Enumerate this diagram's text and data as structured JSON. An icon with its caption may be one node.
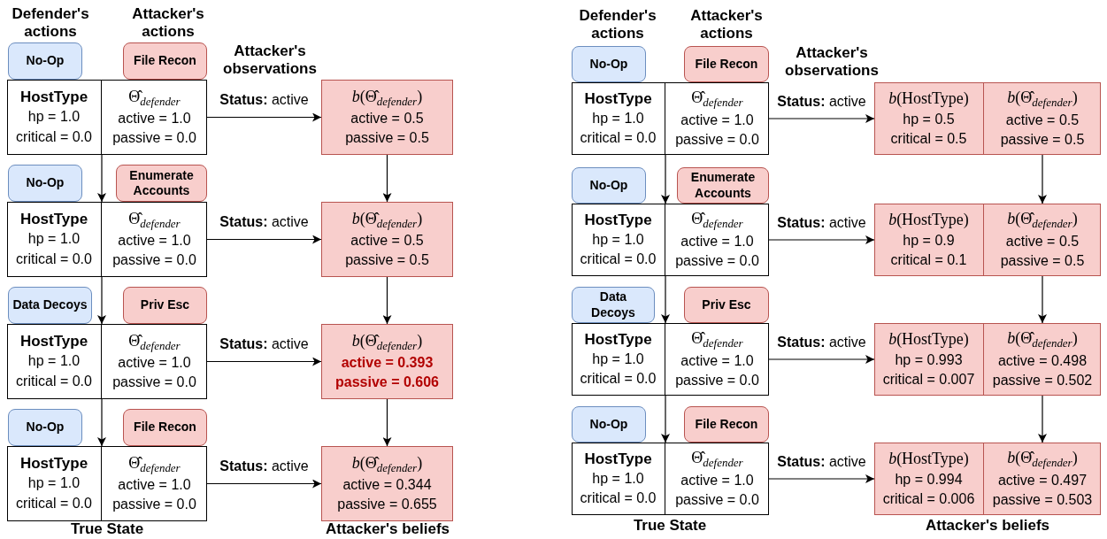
{
  "diagram": {
    "nodes": [
      {
        "text": [
          "No-Op"
        ]
      },
      {
        "text": [
          "File Recon"
        ]
      },
      {
        "text": [],
        "shape": "box"
      },
      {
        "text": [
          "HostType",
          "hp = 1.0",
          "critical = 0.0"
        ],
        "in": 2
      },
      {
        "text": [
          "Θ̂$_{defender}$",
          "active = 1.0",
          "passive = 0.0"
        ],
        "in": 2
      },
      {
        "text": [
          "*b*(Θ̂$_{defender}$)",
          "active = 0.5",
          "passive = 0.5"
        ]
      },
      {
        "text": [
          "No-Op"
        ]
      },
      {
        "text": [
          "Enumerate Accounts"
        ]
      },
      {
        "text": [],
        "shape": "box"
      },
      {
        "text": [
          "HostType",
          "hp = 1.0",
          "critical = 0.0"
        ],
        "in": 8
      },
      {
        "text": [
          "Θ̂$_{defender}$",
          "active = 1.0",
          "passive = 0.0"
        ],
        "in": 8
      },
      {
        "text": [
          "*b*(Θ̂$_{defender}$)",
          "active = 0.5",
          "passive = 0.5"
        ]
      },
      {
        "text": [
          "Data Decoys"
        ]
      },
      {
        "text": [
          "Priv Esc"
        ]
      },
      {
        "text": [],
        "shape": "box"
      },
      {
        "text": [
          "HostType",
          "hp = 1.0",
          "critical = 0.0"
        ],
        "in": 14
      },
      {
        "text": [
          "Θ̂$_{defender}$",
          "active = 1.0",
          "passive = 0.0"
        ],
        "in": 14
      },
      {
        "text": [
          "*b*(Θ̂$_{defender}$)",
          "active = 0.393",
          "passive = 0.606"
        ]
      },
      {
        "text": [
          "No-Op"
        ]
      },
      {
        "text": [
          "File Recon"
        ]
      },
      {
        "text": [],
        "shape": "box"
      },
      {
        "text": [
          "HostType",
          "hp = 1.0",
          "critical = 0.0"
        ],
        "in": 20
      },
      {
        "text": [
          "Θ̂$_{defender}$",
          "active = 1.0",
          "passive = 0.0"
        ],
        "in": 20
      },
      {
        "text": [
          "*b*(Θ̂$_{defender}$)",
          "active = 0.344",
          "passive = 0.655"
        ]
      },
      {
        "text": [
          "No-Op"
        ]
      },
      {
        "text": [
          "File Recon"
        ]
      },
      {
        "text": [],
        "shape": "box"
      },
      {
        "text": [
          "HostType",
          "hp = 1.0",
          "critical = 0.0"
        ],
        "in": 26
      },
      {
        "text": [
          "Θ̂$_{defender}$",
          "active = 1.0",
          "passive = 0.0"
        ],
        "in": 26
      },
      {
        "text": [],
        "shape": "box"
      },
      {
        "text": [
          "*b*(HostType)",
          "hp = 0.5",
          "critical = 0.5"
        ],
        "in": 29
      },
      {
        "text": [
          "*b*(Θ̂$_{defender}$)",
          "active = 0.5",
          "passive = 0.5"
        ],
        "in": 29
      },
      {
        "text": [
          "No-Op"
        ]
      },
      {
        "text": [
          "Enumerate Accounts"
        ]
      },
      {
        "text": [],
        "shape": "box"
      },
      {
        "text": [
          "HostType",
          "hp = 1.0",
          "critical = 0.0"
        ],
        "in": 34
      },
      {
        "text": [
          "Θ̂$_{defender}$",
          "active = 1.0",
          "passive = 0.0"
        ],
        "in": 34
      },
      {
        "text": [],
        "shape": "box"
      },
      {
        "text": [
          "*b*(HostType)",
          "hp = 0.9",
          "critical = 0.1"
        ],
        "in": 37
      },
      {
        "text": [
          "*b*(Θ̂$_{defender}$)",
          "active = 0.5",
          "passive = 0.5"
        ],
        "in": 37
      },
      {
        "text": [
          "Data Decoys"
        ]
      },
      {
        "text": [
          "Priv Esc"
        ]
      },
      {
        "text": [],
        "shape": "box"
      },
      {
        "text": [
          "HostType",
          "hp = 1.0",
          "critical = 0.0"
        ],
        "in": 42
      },
      {
        "text": [
          "Θ̂$_{defender}$",
          "active = 1.0",
          "passive = 0.0"
        ],
        "in": 42
      },
      {
        "text": [],
        "shape": "box"
      },
      {
        "text": [
          "*b*(HostType)",
          "hp = 0.993",
          "critical = 0.007"
        ],
        "in": 45
      },
      {
        "text": [
          "*b*(Θ̂$_{defender}$)",
          "active = 0.498",
          "passive = 0.502"
        ],
        "in": 45
      },
      {
        "text": [
          "No-Op"
        ]
      },
      {
        "text": [
          "File Recon"
        ]
      },
      {
        "text": [],
        "shape": "box"
      },
      {
        "text": [
          "HostType",
          "hp = 1.0",
          "critical = 0.0"
        ],
        "in": 50
      },
      {
        "text": [
          "Θ̂$_{defender}$",
          "active = 1.0",
          "passive = 0.0"
        ],
        "in": 50
      },
      {
        "text": [],
        "shape": "box"
      },
      {
        "text": [
          "*b*(HostType)",
          "hp = 0.994",
          "critical = 0.006"
        ],
        "in": 53
      },
      {
        "text": [
          "*b*(Θ̂$_{defender}$)",
          "active = 0.497",
          "passive = 0.503"
        ],
        "in": 53
      }
    ],
    "edges": [
      {
        "from": 2,
        "to": 5,
        "arrow": "to",
        "label": "**Status:** active"
      },
      {
        "from": 8,
        "to": 11,
        "arrow": "to",
        "label": "**Status:** active"
      },
      {
        "from": 14,
        "to": 17,
        "arrow": "to",
        "label": "**Status:** active"
      },
      {
        "from": 20,
        "to": 23,
        "arrow": "to",
        "label": "**Status:** active"
      },
      {
        "from": 2,
        "to": 8,
        "arrow": "to"
      },
      {
        "from": 8,
        "to": 14,
        "arrow": "to"
      },
      {
        "from": 14,
        "to": 20,
        "arrow": "to"
      },
      {
        "from": 5,
        "to": 11,
        "arrow": "to"
      },
      {
        "from": 11,
        "to": 17,
        "arrow": "to"
      },
      {
        "from": 17,
        "to": 23,
        "arrow": "to"
      },
      {
        "from": 26,
        "to": 29,
        "arrow": "to",
        "label": "**Status:** active"
      },
      {
        "from": 34,
        "to": 37,
        "arrow": "to",
        "label": "**Status:** active"
      },
      {
        "from": 42,
        "to": 45,
        "arrow": "to",
        "label": "**Status:** active"
      },
      {
        "from": 50,
        "to": 53,
        "arrow": "to",
        "label": "**Status:** active"
      },
      {
        "from": 26,
        "to": 34,
        "arrow": "to"
      },
      {
        "from": 34,
        "to": 42,
        "arrow": "to"
      },
      {
        "from": 42,
        "to": 50,
        "arrow": "to"
      },
      {
        "from": 31,
        "to": 39,
        "arrow": "to"
      },
      {
        "from": 39,
        "to": 47,
        "arrow": "to"
      },
      {
        "from": 47,
        "to": 55,
        "arrow": "to"
      }
    ],
    "labels": [
      "Defender's actions",
      "Attacker's actions",
      "Attacker's observations",
      "Defender's actions",
      "Attacker's actions",
      "Attacker's observations",
      "True State",
      "Attacker's beliefs",
      "True State",
      "Attacker's beliefs"
    ]
  }
}
